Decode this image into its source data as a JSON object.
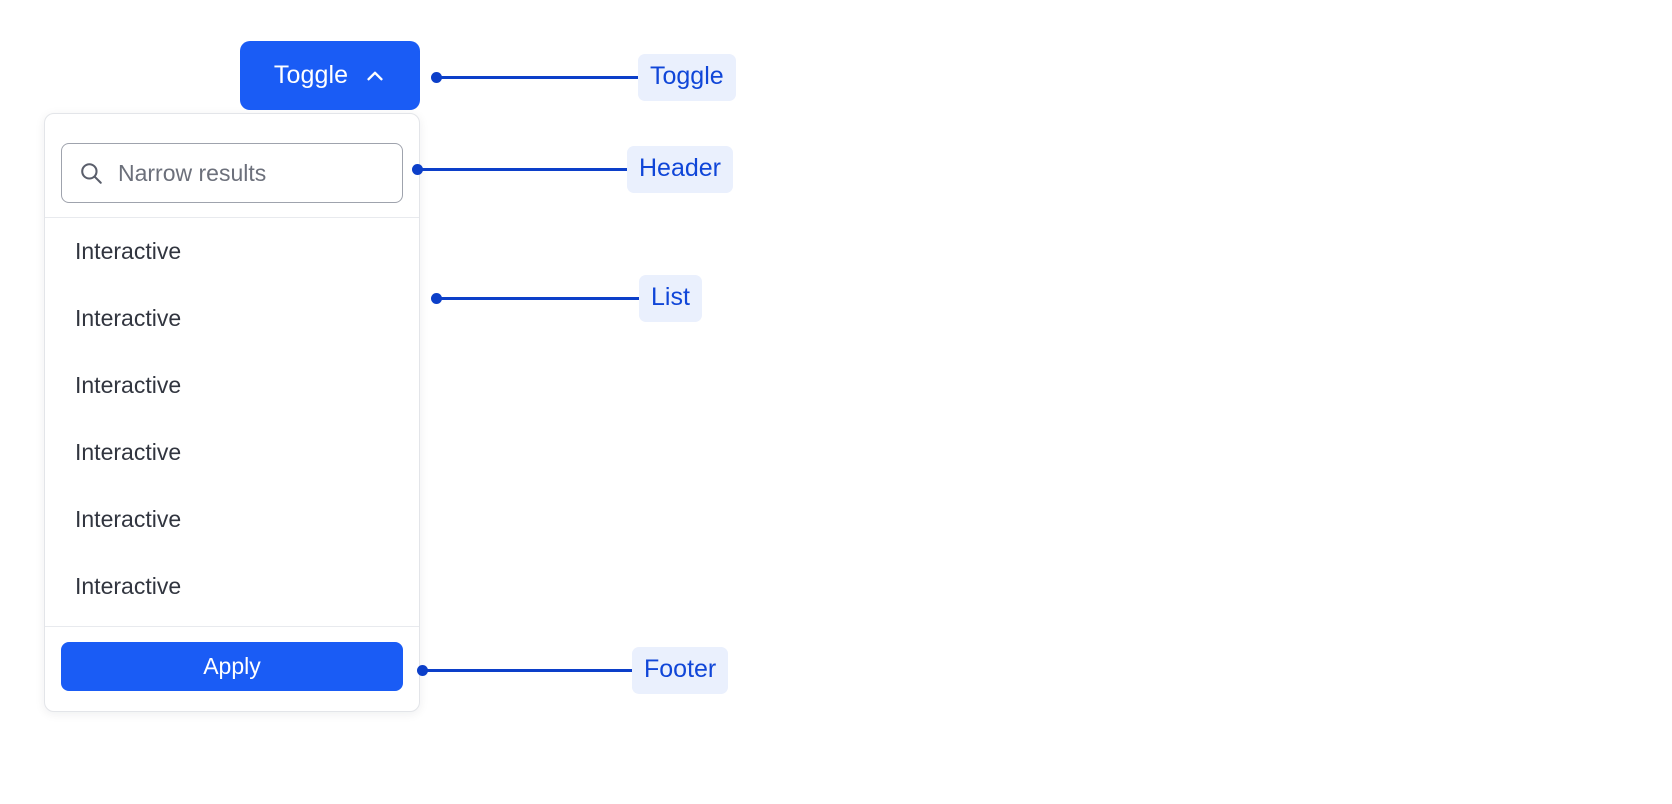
{
  "toggle": {
    "label": "Toggle",
    "icon": "chevron-up-icon"
  },
  "panel": {
    "header": {
      "search": {
        "icon": "search-icon",
        "placeholder": "Narrow results",
        "value": ""
      }
    },
    "list": {
      "items": [
        {
          "label": "Interactive"
        },
        {
          "label": "Interactive"
        },
        {
          "label": "Interactive"
        },
        {
          "label": "Interactive"
        },
        {
          "label": "Interactive"
        },
        {
          "label": "Interactive"
        }
      ]
    },
    "footer": {
      "apply_label": "Apply"
    }
  },
  "annotations": [
    {
      "id": "toggle",
      "label": "Toggle"
    },
    {
      "id": "header",
      "label": "Header"
    },
    {
      "id": "list",
      "label": "List"
    },
    {
      "id": "footer",
      "label": "Footer"
    }
  ],
  "colors": {
    "accent_blue": "#1a5cf5",
    "annotation_blue": "#0c3fc9",
    "annotation_text": "#1046d8",
    "annotation_pill_bg": "#eaf0fd",
    "panel_border": "#e3e5e9",
    "divider": "#e8eaee",
    "input_border": "#9fa3ad",
    "list_text": "#31353f",
    "placeholder_text": "#6c707b",
    "page_bg": "#ffffff"
  }
}
